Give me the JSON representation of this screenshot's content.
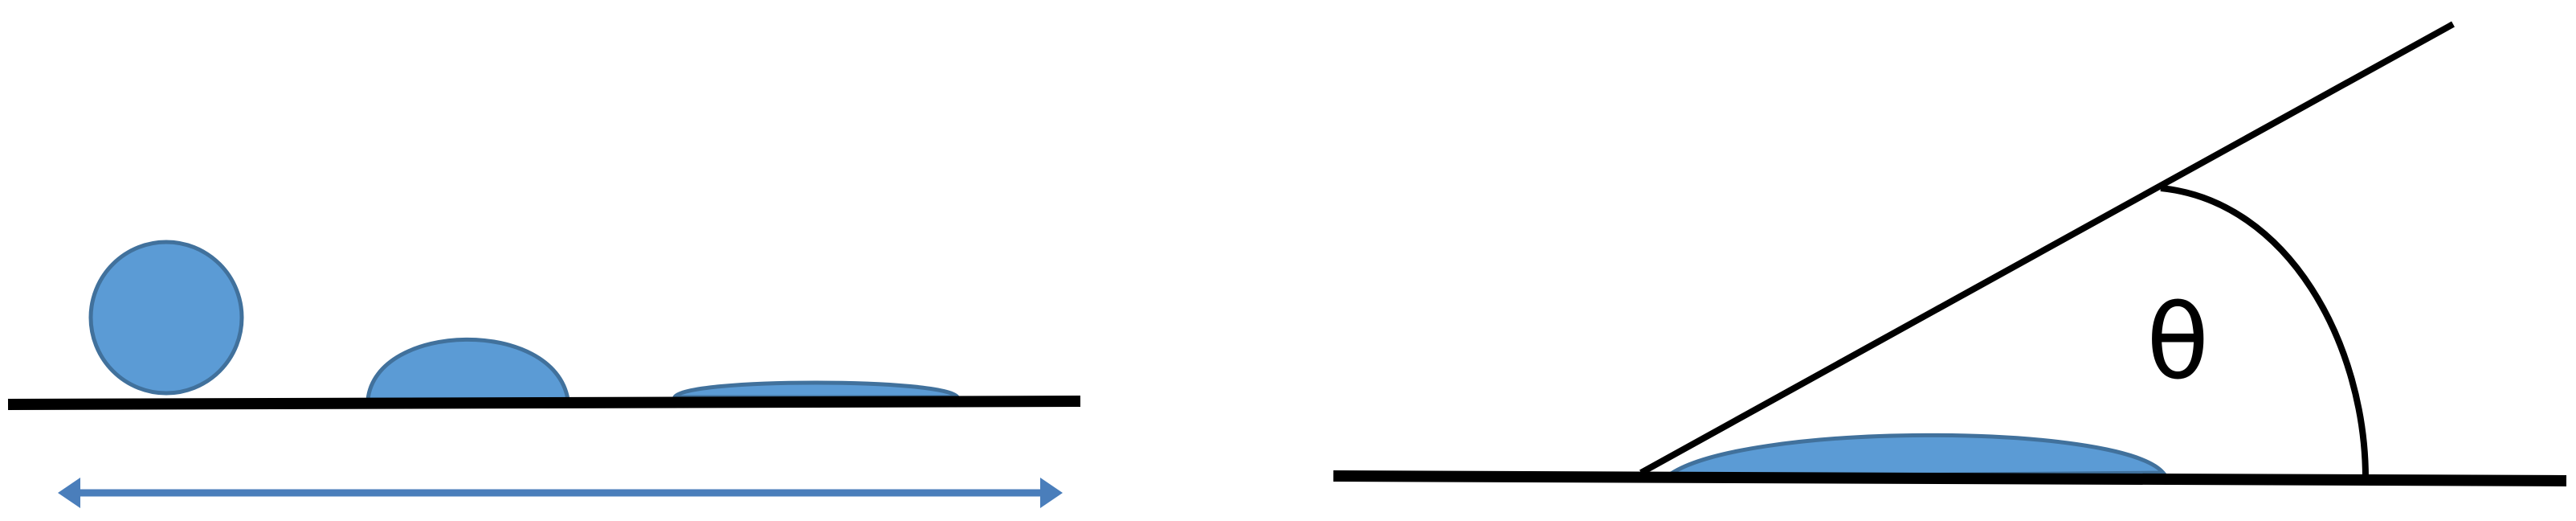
{
  "colors": {
    "droplet_fill": "#5b9bd5",
    "droplet_stroke": "#41719c",
    "line": "#000000",
    "arrow": "#4a7ebb"
  },
  "left_panel": {
    "droplets": [
      "sphere",
      "dome",
      "flat-film"
    ],
    "arrow": "double-headed"
  },
  "right_panel": {
    "angle_symbol": "θ"
  }
}
